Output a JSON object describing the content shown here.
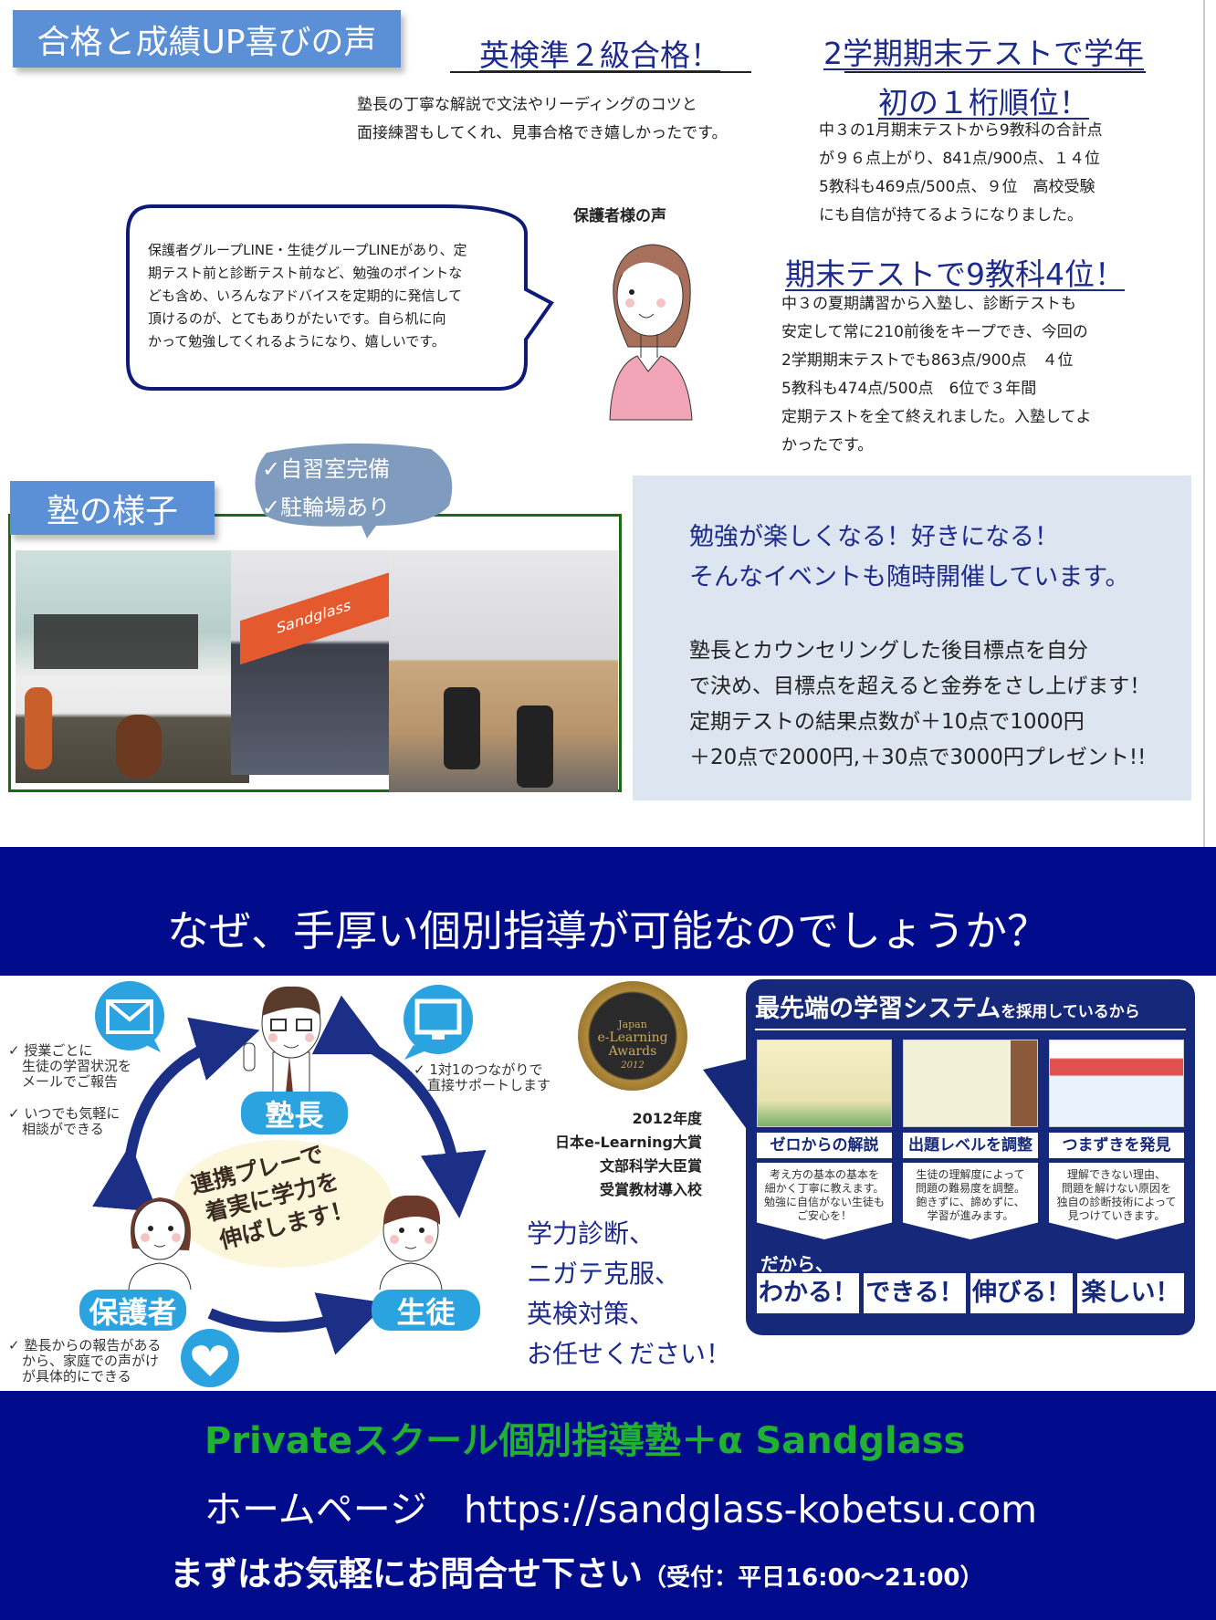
{
  "voices": {
    "title": "合格と成績UP喜びの声",
    "eiken": {
      "heading": "英検準２級合格！",
      "lines": [
        "塾長の丁寧な解説で文法やリーディングのコツと",
        "面接練習もしてくれ、見事合格でき嬉しかったです。"
      ]
    },
    "rank1": {
      "heading_lines": [
        "2学期期末テストで学年",
        "初の１桁順位！"
      ],
      "lines": [
        "中３の1月期末テストから9教科の合計点",
        "が９６点上がり、841点/900点、１４位",
        "5教科も469点/500点、９位　高校受験",
        "にも自信が持てるようになりました。"
      ]
    },
    "parent": {
      "label": "保護者様の声",
      "bubble_lines": [
        "保護者グループLINE・生徒グループLINEがあり、定",
        "期テスト前と診断テスト前など、勉強のポイントな",
        "ども含め、いろんなアドバイスを定期的に発信して",
        "頂けるのが、とてもありがたいです。自ら机に向",
        "かって勉強してくれるようになり、嬉しいです。"
      ]
    },
    "rank2": {
      "heading": "期末テストで9教科4位！",
      "lines": [
        "中３の夏期講習から入塾し、診断テストも",
        "安定して常に210前後をキープでき、今回の",
        "2学期期末テストでも863点/900点　４位",
        "5教科も474点/500点　6位で３年間",
        "定期テストを全て終えれました。入塾してよ",
        "かったです。"
      ]
    }
  },
  "school": {
    "title": "塾の様子",
    "features": [
      "✓自習室完備",
      "✓駐輪場あり"
    ],
    "sign_text": "Sandglass"
  },
  "event": {
    "lead": [
      "勉強が楽しくなる！好きになる！",
      "そんなイベントも随時開催しています。"
    ],
    "lines": [
      "塾長とカウンセリングした後目標点を自分",
      "で決め、目標点を超えると金券をさし上げます！",
      "定期テストの結果点数が＋10点で1000円",
      "＋20点で2000円,＋30点で3000円プレゼント!!"
    ]
  },
  "why": {
    "title": "なぜ、手厚い個別指導が可能なのでしょうか？",
    "roles": {
      "teacher": "塾長",
      "parent": "保護者",
      "student": "生徒"
    },
    "notes": {
      "mail": [
        "✓ 授業ごとに",
        "　生徒の学習状況を",
        "　メールでご報告"
      ],
      "consult": [
        "✓ いつでも気軽に",
        "　相談ができる"
      ],
      "support": [
        "✓ 1対1のつながりで",
        "　直接サポートします"
      ],
      "home": [
        "✓ 塾長からの報告がある",
        "　から、家庭での声がけ",
        "　が具体的にできる"
      ]
    },
    "center": [
      "連携プレーで",
      "着実に学力を",
      "伸ばします！"
    ],
    "award": {
      "badge": [
        "Japan",
        "e-Learning",
        "Awards",
        "2012"
      ],
      "lines": [
        "2012年度",
        "日本e-Learning大賞",
        "文部科学大臣賞",
        "受賞教材導入校"
      ]
    },
    "services": [
      "学力診断、",
      "ニガテ克服、",
      "英検対策、",
      "お任せください！"
    ],
    "system": {
      "title_big": "最先端の学習システム",
      "title_small": "を採用しているから",
      "cols": [
        {
          "label": "ゼロからの解説",
          "desc": [
            "考え方の基本の基本を",
            "細かく丁寧に教えます。",
            "勉強に自信がない生徒も",
            "ご安心を！"
          ]
        },
        {
          "label": "出題レベルを調整",
          "desc": [
            "生徒の理解度によって",
            "問題の難易度を調整。",
            "飽きずに、諦めずに、",
            "学習が進みます。"
          ]
        },
        {
          "label": "つまずきを発見",
          "desc": [
            "理解できない理由、",
            "問題を解けない原因を",
            "独自の診断技術によって",
            "見つけていきます。"
          ]
        }
      ],
      "so": "だから、",
      "words": [
        "わかる！",
        "できる！",
        "伸びる！",
        "楽しい！"
      ]
    }
  },
  "footer": {
    "name": "Privateスクール個別指導塾＋α Sandglass",
    "hp_label": "ホームページ",
    "url": "https://sandglass-kobetsu.com",
    "contact": "まずはお気軽にお問合せ下さい",
    "hours": "（受付：平日16:00〜21:00）"
  },
  "colors": {
    "navy": "#000c8c",
    "accent_blue": "#5b8fd6",
    "green": "#22b032",
    "light_blue": "#dde6f0"
  }
}
